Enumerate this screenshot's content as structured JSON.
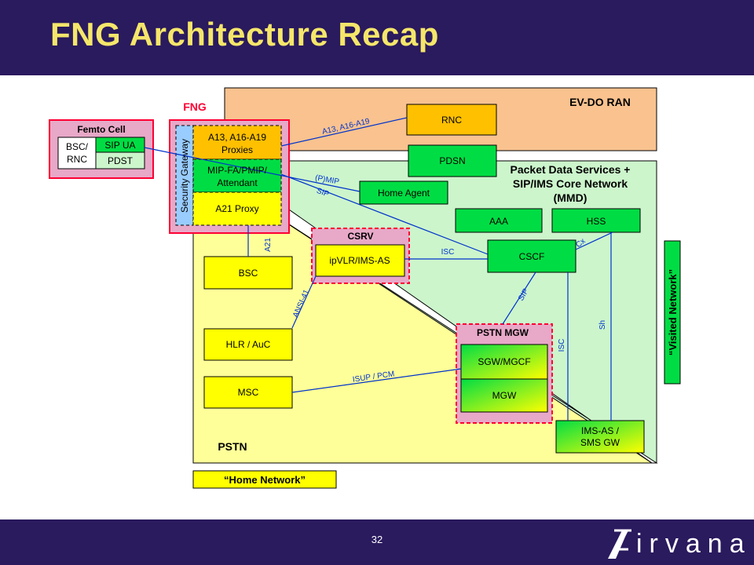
{
  "title": "FNG Architecture Recap",
  "page_number": "32",
  "logo": {
    "text": "irvana"
  },
  "colors": {
    "header_bg": "#2a1a5e",
    "title": "#f5e66a",
    "evdo_bg": "#f9c28f",
    "packet_bg": "#ccf5cc",
    "pstn_bg": "#ffff99",
    "green_box": "#00dd44",
    "yellow_box": "#ffff00",
    "orange_box": "#ffc000",
    "femto_bg": "#e8a8c8",
    "red_dash": "#ff0033",
    "link_blue": "#0033cc"
  },
  "regions": {
    "evdo": "EV-DO RAN",
    "packet_line1": "Packet Data Services +",
    "packet_line2": "SIP/IMS Core Network",
    "packet_line3": "(MMD)",
    "pstn": "PSTN",
    "fng": "FNG",
    "home_network": "“Home Network”",
    "visited_network": "“Visited Network”"
  },
  "femto": {
    "title": "Femto Cell",
    "bsc_line1": "BSC/",
    "bsc_line2": "RNC",
    "sip_ua": "SIP UA",
    "pdst": "PDST"
  },
  "fng_boxes": {
    "security_gateway": "Security Gateway",
    "a13_line1": "A13, A16-A19",
    "a13_line2": "Proxies",
    "mip_line1": "MIP-FA/PMIP/",
    "mip_line2": "Attendant",
    "a21_proxy": "A21 Proxy"
  },
  "nodes": {
    "rnc": "RNC",
    "pdsn": "PDSN",
    "home_agent": "Home Agent",
    "aaa": "AAA",
    "hss": "HSS",
    "cscf": "CSCF",
    "csrv": "CSRV",
    "ipvlr": "ipVLR/IMS-AS",
    "bsc": "BSC",
    "hlr": "HLR / AuC",
    "msc": "MSC",
    "pstn_mgw": "PSTN MGW",
    "sgw": "SGW/MGCF",
    "mgw": "MGW",
    "imsas_line1": "IMS-AS /",
    "imsas_line2": "SMS GW"
  },
  "links": {
    "a13": "A13, A16-A19",
    "pmip": "(P)MIP",
    "sip1": "SIP",
    "a21": "A21",
    "isc1": "ISC",
    "cx": "Cx",
    "ansi": "ANSI-41",
    "sip2": "SIP",
    "isc2": "ISC",
    "sh": "Sh",
    "isup": "ISUP / PCM"
  }
}
